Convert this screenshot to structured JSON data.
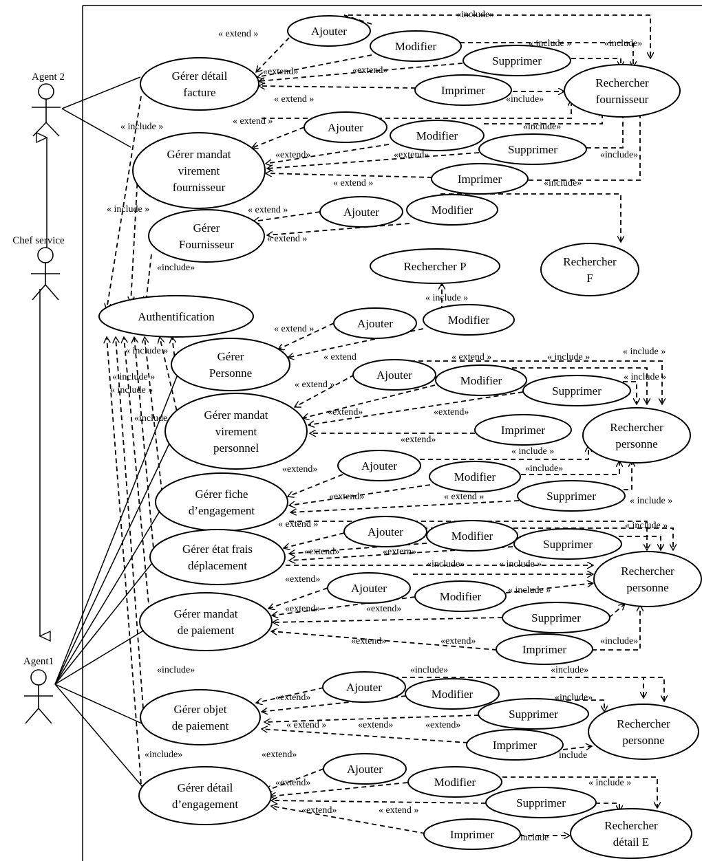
{
  "actors": {
    "agent2": "Agent 2",
    "chef": "Chef service",
    "agent1": "Agent1"
  },
  "use_cases": {
    "uc_ajouter_1": [
      "Ajouter"
    ],
    "uc_modifier_1": [
      "Modifier"
    ],
    "uc_supprimer_1": [
      "Supprimer"
    ],
    "uc_imprimer_1": [
      "Imprimer"
    ],
    "uc_detail_facture": [
      "Gérer détail",
      "facture"
    ],
    "uc_rech_fourn": [
      "Rechercher",
      "fournisseur"
    ],
    "uc_ajouter_2": [
      "Ajouter"
    ],
    "uc_modifier_2": [
      "Modifier"
    ],
    "uc_supprimer_2": [
      "Supprimer"
    ],
    "uc_imprimer_2": [
      "Imprimer"
    ],
    "uc_mandat_fourn": [
      "Gérer mandat",
      "virement",
      "fournisseur"
    ],
    "uc_ajouter_3": [
      "Ajouter"
    ],
    "uc_modifier_3": [
      "Modifier"
    ],
    "uc_gerer_fourn": [
      "Gérer",
      "Fournisseur"
    ],
    "uc_rech_f": [
      "Rechercher",
      "F"
    ],
    "uc_rech_p": [
      "Rechercher P"
    ],
    "uc_auth": [
      "Authentification"
    ],
    "uc_ajouter_4": [
      "Ajouter"
    ],
    "uc_modifier_4": [
      "Modifier"
    ],
    "uc_gerer_personne": [
      "Gérer",
      "Personne"
    ],
    "uc_ajouter_5": [
      "Ajouter"
    ],
    "uc_modifier_5": [
      "Modifier"
    ],
    "uc_supprimer_5": [
      "Supprimer"
    ],
    "uc_imprimer_5": [
      "Imprimer"
    ],
    "uc_mandat_perso": [
      "Gérer mandat",
      "virement",
      "personnel"
    ],
    "uc_rech_pers_1": [
      "Rechercher",
      "personne"
    ],
    "uc_ajouter_6": [
      "Ajouter"
    ],
    "uc_modifier_6": [
      "Modifier"
    ],
    "uc_supprimer_6": [
      "Supprimer"
    ],
    "uc_fiche_eng": [
      "Gérer fiche",
      "d’engagement"
    ],
    "uc_ajouter_7": [
      "Ajouter"
    ],
    "uc_modifier_7": [
      "Modifier"
    ],
    "uc_supprimer_7": [
      "Supprimer"
    ],
    "uc_etat_frais": [
      "Gérer état frais",
      "déplacement"
    ],
    "uc_rech_pers_2": [
      "Rechercher",
      "personne"
    ],
    "uc_ajouter_8": [
      "Ajouter"
    ],
    "uc_modifier_8": [
      "Modifier"
    ],
    "uc_supprimer_8": [
      "Supprimer"
    ],
    "uc_imprimer_8": [
      "Imprimer"
    ],
    "uc_mandat_paie": [
      "Gérer mandat",
      "de paiement"
    ],
    "uc_ajouter_9": [
      "Ajouter"
    ],
    "uc_modifier_9": [
      "Modifier"
    ],
    "uc_supprimer_9": [
      "Supprimer"
    ],
    "uc_imprimer_9": [
      "Imprimer"
    ],
    "uc_objet_paie": [
      "Gérer objet",
      "de paiement"
    ],
    "uc_rech_pers_3": [
      "Rechercher",
      "personne"
    ],
    "uc_ajouter_10": [
      "Ajouter"
    ],
    "uc_modifier_10": [
      "Modifier"
    ],
    "uc_supprimer_10": [
      "Supprimer"
    ],
    "uc_imprimer_10": [
      "Imprimer"
    ],
    "uc_detail_eng": [
      "Gérer détail",
      "d’engagement"
    ],
    "uc_rech_e": [
      "Rechercher",
      "détail E"
    ]
  },
  "labels": {
    "include_g": "« include »",
    "include_t": "«include»",
    "include_b": "include",
    "include_r": "«include»",
    "include_s": "«include",
    "include_q": "« include",
    "extend_g": "« extend »",
    "extend_t": "«extend»",
    "extend_s": "« extend",
    "extend_r": "«extend",
    "extend_h": "«extend»",
    "extern": "«extern»"
  }
}
